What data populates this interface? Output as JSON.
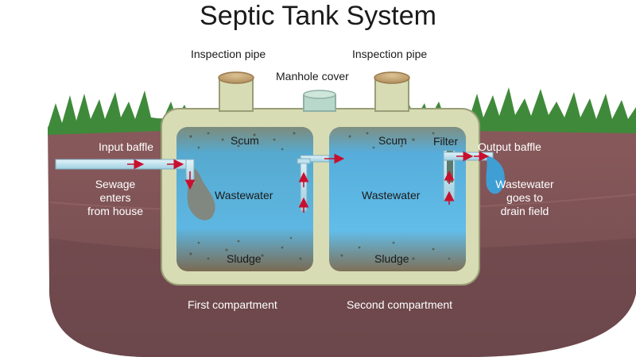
{
  "title": "Septic Tank System",
  "labels": {
    "inspection_pipe_left": "Inspection pipe",
    "inspection_pipe_right": "Inspection pipe",
    "manhole_cover": "Manhole cover",
    "input_baffle": "Input baffle",
    "output_baffle": "Output baffle",
    "scum_left": "Scum",
    "scum_right": "Scum",
    "filter": "Filter",
    "wastewater_left": "Wastewater",
    "wastewater_right": "Wastewater",
    "sludge_left": "Sludge",
    "sludge_right": "Sludge",
    "sewage_enters": [
      "Sewage",
      "enters",
      "from house"
    ],
    "wastewater_goes": [
      "Wastewater",
      "goes to",
      "drain field"
    ],
    "first_compartment": "First compartment",
    "second_compartment": "Second compartment"
  },
  "colors": {
    "soil": "#7a4f52",
    "grass": "#3f8a3a",
    "tank": "#d8dcb4",
    "tank_outline": "#9a9e78",
    "water_top": "#4fb0de",
    "water_bottom": "#6fc3ea",
    "scum": "#8a8c74",
    "sludge": "#7d6a55",
    "pipe": "#bfe1ee",
    "arrow": "#c8102e",
    "cap": "#c9a97a"
  }
}
